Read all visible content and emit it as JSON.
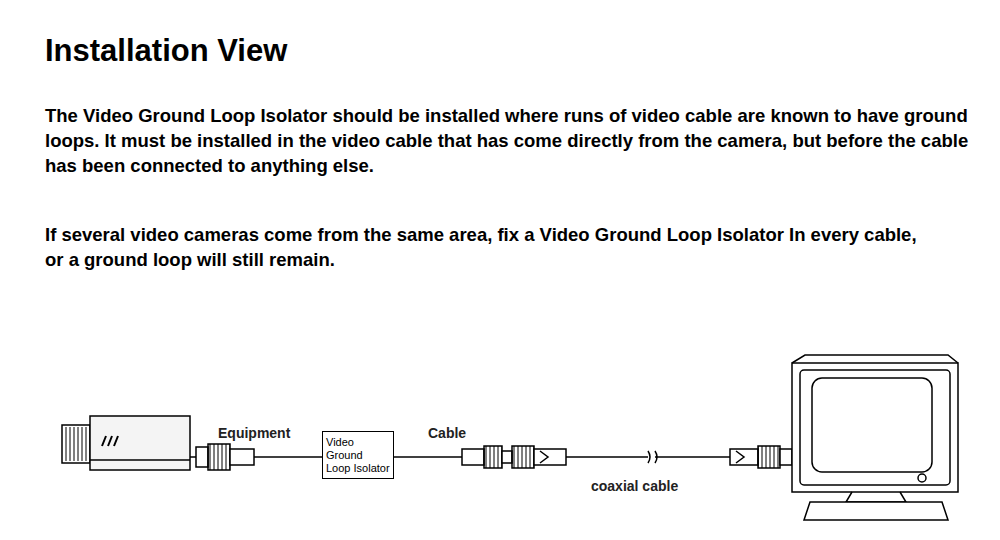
{
  "diagram": {
    "title": "Installation View",
    "nodes": [
      {
        "text": [
          "Video Ground Loop Isolator"
        ]
      }
    ],
    "edges": [],
    "labels": [
      "The Video Ground Loop Isolator should be installed where runs of video cable are known to have ground loops.   It must be installed in the video cable that has come directly from the camera, but before the cable has been connected to anything else.",
      "If several video cameras come from the same area, fix a Video Ground Loop Isolator In every cable, or a ground loop will still remain.",
      "Equipment",
      "Cable",
      "coaxial cable"
    ]
  }
}
